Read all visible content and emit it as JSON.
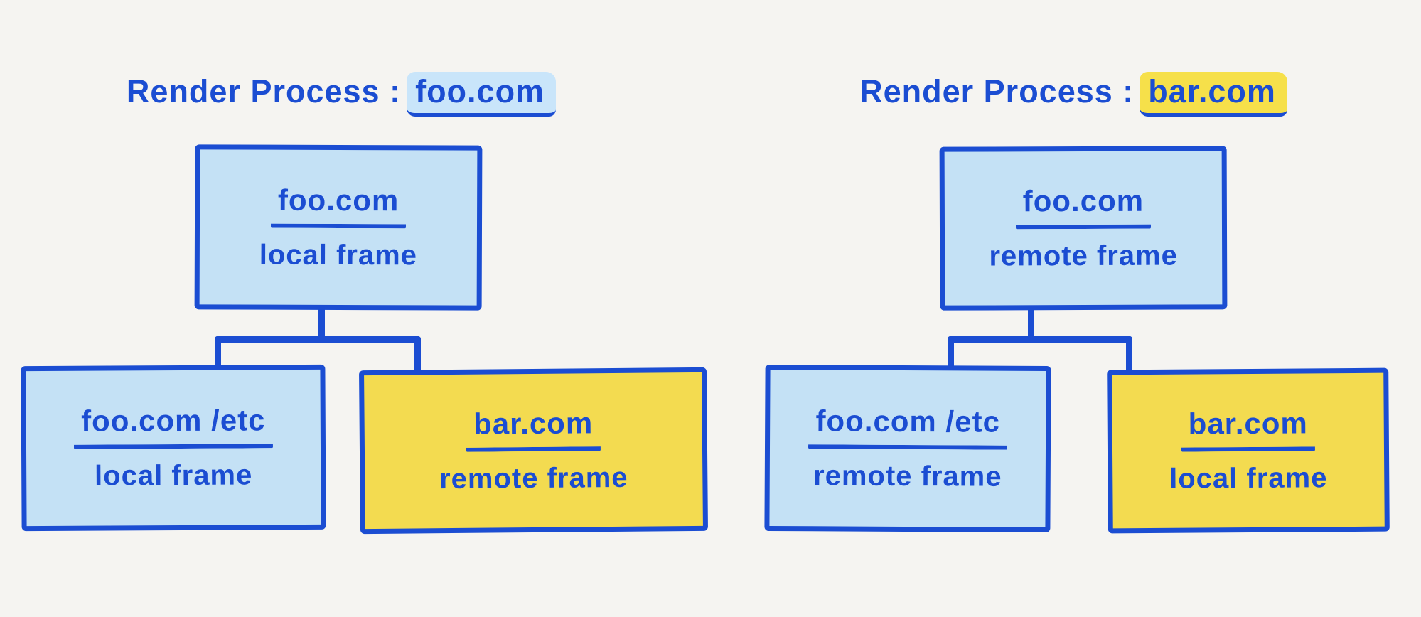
{
  "colors": {
    "stroke_blue": "#1b4dd2",
    "box_fill_blue": "#c4e1f5",
    "box_fill_yellow": "#f3db50",
    "title_highlight_blue": "#c9e5fa",
    "title_highlight_yellow": "#f6e04a",
    "background": "#f5f4f1"
  },
  "diagrams": [
    {
      "title_prefix": "Render Process :",
      "title_domain": "foo.com",
      "title_highlight": "blue",
      "root": {
        "domain": "foo.com",
        "frame": "local frame",
        "variant": "blue"
      },
      "children": [
        {
          "domain": "foo.com /etc",
          "frame": "local frame",
          "variant": "blue"
        },
        {
          "domain": "bar.com",
          "frame": "remote frame",
          "variant": "yellow"
        }
      ]
    },
    {
      "title_prefix": "Render Process :",
      "title_domain": "bar.com",
      "title_highlight": "yellow",
      "root": {
        "domain": "foo.com",
        "frame": "remote frame",
        "variant": "blue"
      },
      "children": [
        {
          "domain": "foo.com /etc",
          "frame": "remote frame",
          "variant": "blue"
        },
        {
          "domain": "bar.com",
          "frame": "local frame",
          "variant": "yellow"
        }
      ]
    }
  ]
}
